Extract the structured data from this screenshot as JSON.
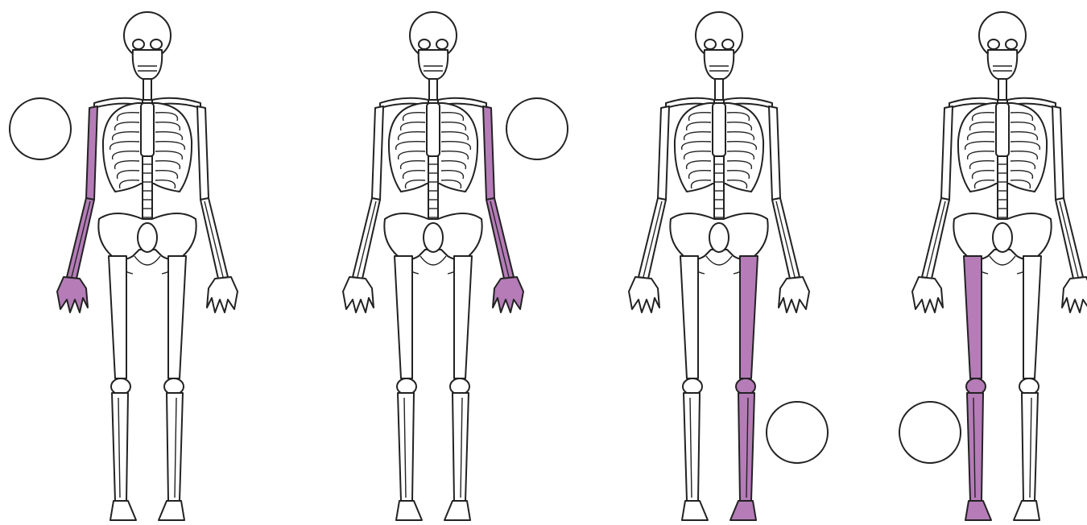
{
  "colors": {
    "highlight": "#b57cb8",
    "outline": "#222222",
    "background": "#ffffff"
  },
  "figures": [
    {
      "highlight": "right-arm",
      "label_circle": "left"
    },
    {
      "highlight": "left-arm",
      "label_circle": "right"
    },
    {
      "highlight": "left-leg",
      "label_circle": "right-low"
    },
    {
      "highlight": "right-leg",
      "label_circle": "left-low"
    }
  ]
}
